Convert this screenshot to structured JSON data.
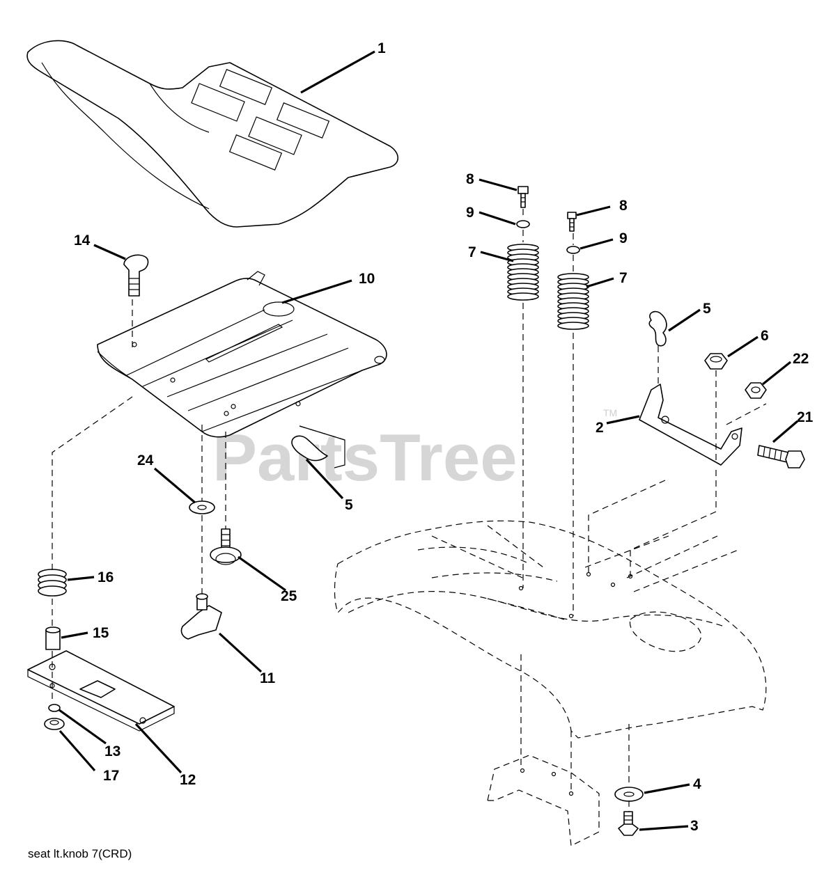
{
  "watermark": {
    "text": "PartsTree",
    "trademark": "TM"
  },
  "caption": "seat  lt.knob  7(CRD)",
  "callouts": {
    "c1": "1",
    "c14": "14",
    "c10": "10",
    "c24": "24",
    "c5a": "5",
    "c25": "25",
    "c16": "16",
    "c15": "15",
    "c11": "11",
    "c13": "13",
    "c17": "17",
    "c12": "12",
    "c8a": "8",
    "c9a": "9",
    "c7a": "7",
    "c8b": "8",
    "c9b": "9",
    "c7b": "7",
    "c5b": "5",
    "c6": "6",
    "c22": "22",
    "c2": "2",
    "c21": "21",
    "c4": "4",
    "c3": "3"
  }
}
